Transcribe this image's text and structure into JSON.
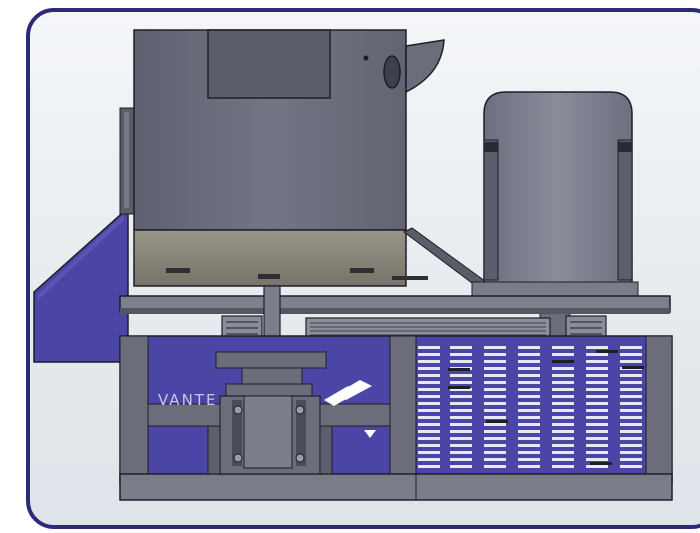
{
  "viewport": {
    "frame_color": "#2e2a7a",
    "background_top": "#f4f6f8",
    "background_bottom": "#dfe5ea"
  },
  "model": {
    "colors": {
      "housing": "#6b6d7a",
      "housing_dark": "#4a4c58",
      "housing_light": "#8a8c98",
      "section_fill": "#4b45a6",
      "section_dark": "#2c2878",
      "tray": "#8a8578",
      "edge": "#1e1e28"
    },
    "icons": [
      "hopper-body",
      "motor-housing",
      "belt-pulley",
      "spindle-shaft",
      "vent-grille",
      "chute",
      "base-frame"
    ],
    "partial_lettering": "VANTE"
  }
}
